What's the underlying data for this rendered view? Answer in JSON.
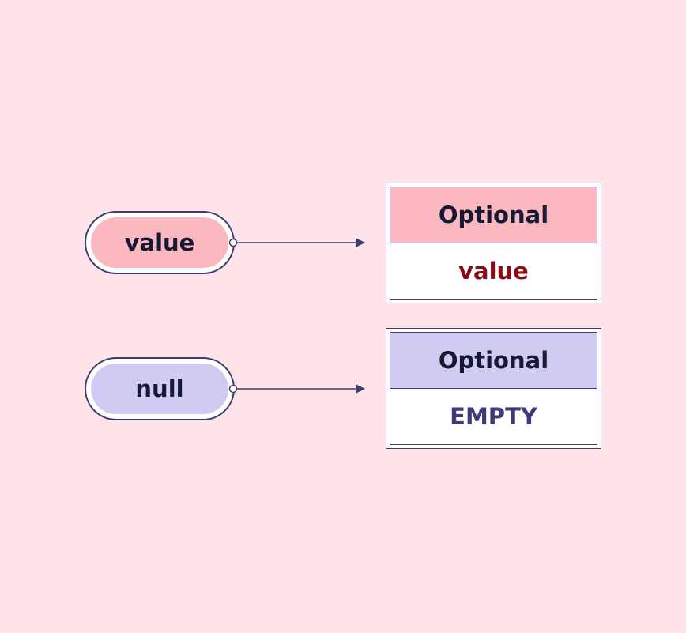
{
  "inputs": [
    {
      "label": "value",
      "color": "#fbb8c0"
    },
    {
      "label": "null",
      "color": "#cfcbf3"
    }
  ],
  "outputs": [
    {
      "header": "Optional",
      "content": "value",
      "header_color": "#fbb8c0",
      "content_color": "#8b0a14"
    },
    {
      "header": "Optional",
      "content": "EMPTY",
      "header_color": "#cfcbf3",
      "content_color": "#3d3b78"
    }
  ],
  "colors": {
    "background": "#fee4e8",
    "stroke": "#3a3d6e",
    "text": "#141a33"
  }
}
